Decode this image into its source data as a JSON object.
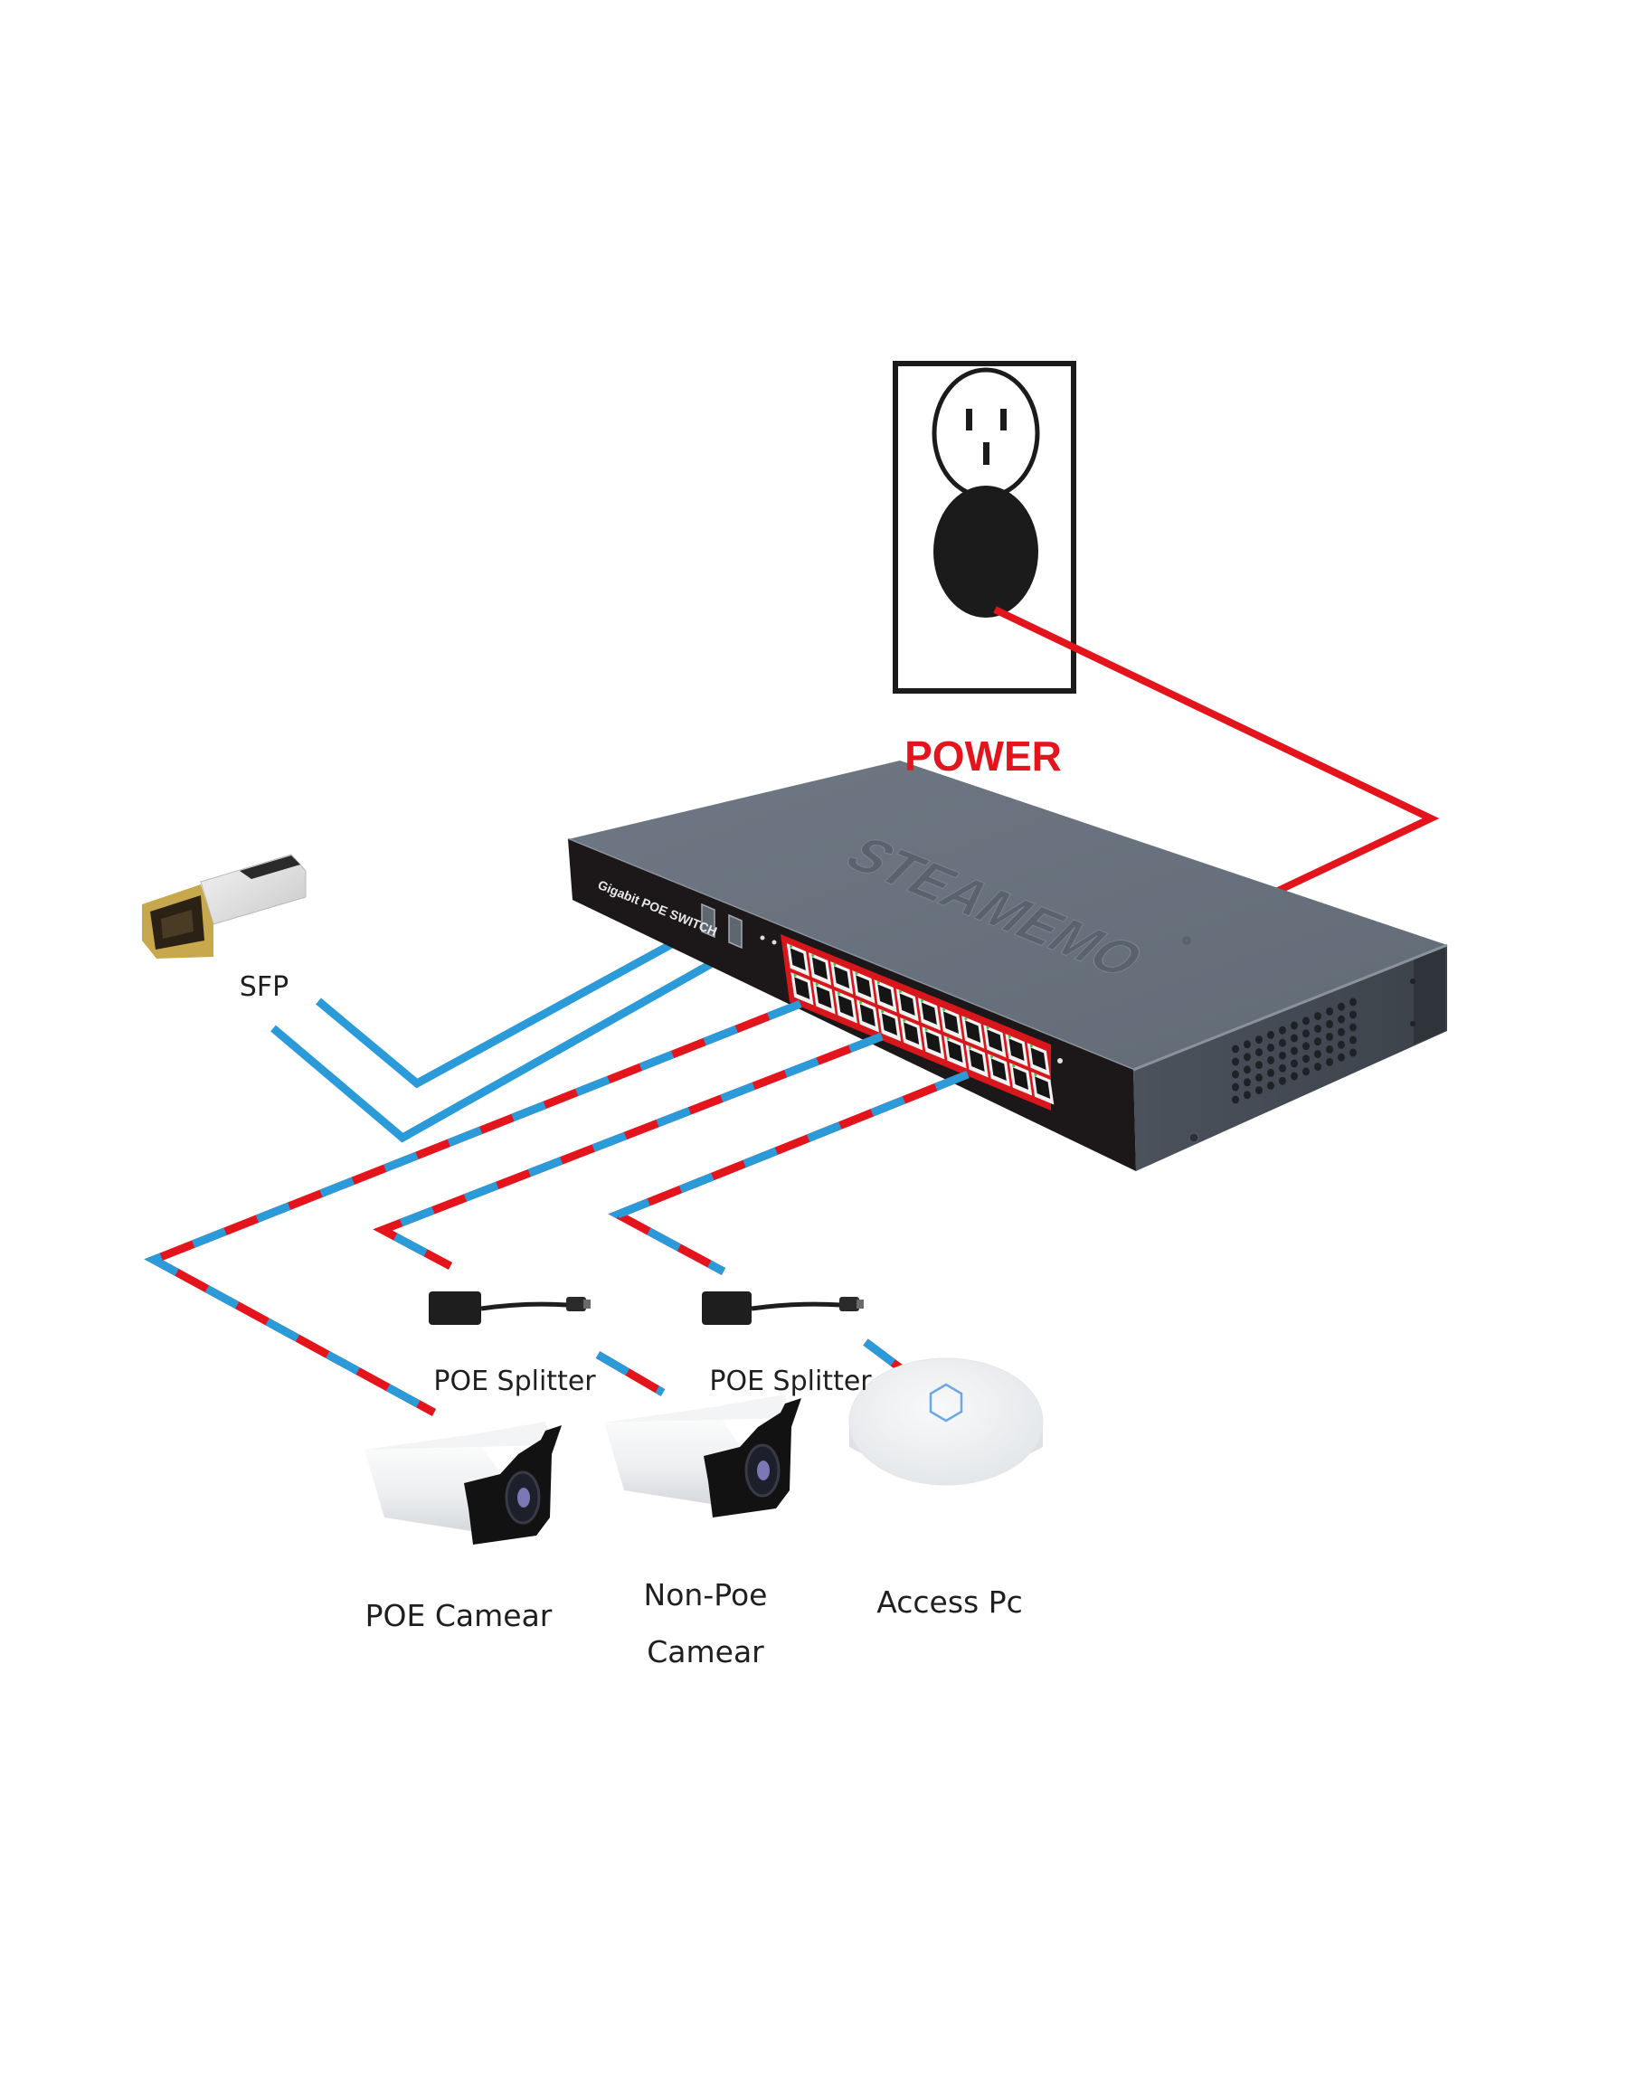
{
  "diagram": {
    "title": "Gigabit PoE switch connection diagram",
    "colors": {
      "power_cable": "#e3141b",
      "data_cable": "#2a9bd8",
      "poe_cable_red": "#e3141b",
      "poe_cable_blue": "#2a9bd8",
      "switch_top": "#6b7480",
      "switch_front": "#1c1719",
      "port_panel": "#d8171c",
      "power_label": "#e3141b"
    },
    "power": {
      "label": "POWER",
      "icon": "power-outlet-icon"
    },
    "sfp": {
      "label": "SFP",
      "icon": "sfp-module-icon"
    },
    "switch": {
      "brand": "STEAMEMO",
      "front_label": "Gigabit POE SWITCH",
      "port_count": 24,
      "port_rows": 2,
      "sfp_slots": 2
    },
    "splitters": [
      {
        "label": "POE Splitter",
        "icon": "poe-splitter-icon"
      },
      {
        "label": "POE Splitter",
        "icon": "poe-splitter-icon"
      }
    ],
    "devices": [
      {
        "label": "POE Camear",
        "icon": "bullet-camera-icon"
      },
      {
        "label_line1": "Non-Poe",
        "label_line2": "Camear",
        "icon": "bullet-camera-icon"
      },
      {
        "label": "Access Pc",
        "icon": "access-point-icon"
      }
    ],
    "connections": [
      {
        "from": "POWER",
        "to": "switch",
        "type": "power"
      },
      {
        "from": "SFP",
        "to": "switch sfp slot 1",
        "type": "data"
      },
      {
        "from": "SFP",
        "to": "switch sfp slot 2",
        "type": "data"
      },
      {
        "from": "switch",
        "to": "POE Camear",
        "type": "poe"
      },
      {
        "from": "switch",
        "to": "POE Splitter",
        "type": "poe"
      },
      {
        "from": "POE Splitter",
        "to": "Non-Poe Camear",
        "type": "poe"
      },
      {
        "from": "switch",
        "to": "POE Splitter",
        "type": "poe"
      },
      {
        "from": "POE Splitter",
        "to": "Access Pc",
        "type": "poe"
      }
    ]
  }
}
